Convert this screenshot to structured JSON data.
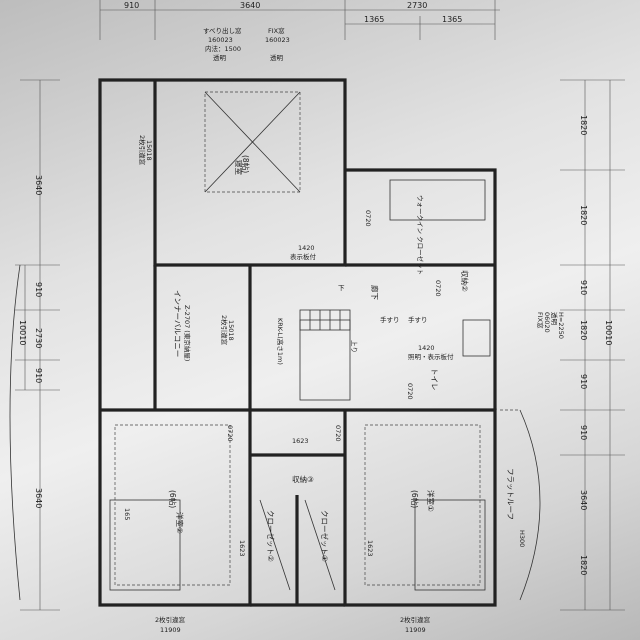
{
  "dimensions": {
    "top": [
      "910",
      "3640",
      "2730",
      "1365",
      "1365"
    ],
    "left": [
      "3640",
      "910",
      "2730",
      "910",
      "10010",
      "3640"
    ],
    "right": [
      "1820",
      "1820",
      "910",
      "1820",
      "10010",
      "910",
      "910",
      "3640",
      "1820"
    ]
  },
  "rooms": {
    "master_bedroom": {
      "name": "寝室",
      "size": "(8帖)"
    },
    "western_room_2": {
      "name": "洋室②",
      "size": "(6帖)"
    },
    "western_room_1": {
      "name": "洋室①",
      "size": "(6帖)"
    },
    "closet_2": {
      "name": "クローゼット②"
    },
    "closet_1": {
      "name": "クローゼット①"
    },
    "storage_3": {
      "name": "収納③"
    },
    "storage_2": {
      "name": "収納②"
    },
    "hallway": {
      "name": "廊下"
    },
    "inner_balcony": {
      "name": "インナーバルコニー"
    },
    "inner_balcony_note": {
      "text": "Z-2707 (東京納屋)"
    },
    "walk_in_closet": {
      "name": "ウォークイン クローゼット"
    },
    "toilet": {
      "name": "トイレ"
    },
    "flat_roof": {
      "name": "フラットルーフ"
    }
  },
  "labels": {
    "sliding_window": "すべり出し窓",
    "window_code_1": "160023",
    "window_inner": "内法：1500",
    "transparent": "透明",
    "fix_window": "FIX窓",
    "fix_code": "160023",
    "transparent_2": "透明",
    "casement_1": "2枚引違窓",
    "casement_1_code": "15018",
    "casement_2": "2枚引違窓",
    "casement_2_code": "15018",
    "casement_3": "2枚引違窓",
    "casement_3_code": "11909",
    "casement_4": "2枚引違窓",
    "casement_4_code": "11909",
    "display_1420_a": "1420",
    "display_1420_a_note": "表示板付",
    "display_1420_b": "1420",
    "display_1420_b_note": "照明・表示板付",
    "door_0720_a": "0720",
    "door_0720_b": "0720",
    "door_0720_c": "0720",
    "door_0720_d": "0720",
    "door_0720_e": "0720",
    "door_1623_a": "1623",
    "door_1623_b": "1623",
    "door_1623_c": "1623",
    "dim_165": "165",
    "h300": "H300",
    "fix_side": "FIX窓",
    "fix_side_code": "06020",
    "fix_side_trans": "透明",
    "fix_side_h": "H=2250",
    "railing": "手すり",
    "railing_b": "手すり",
    "upper": "上り",
    "down": "下",
    "kabe": "KRK-L(高さ1m)"
  }
}
